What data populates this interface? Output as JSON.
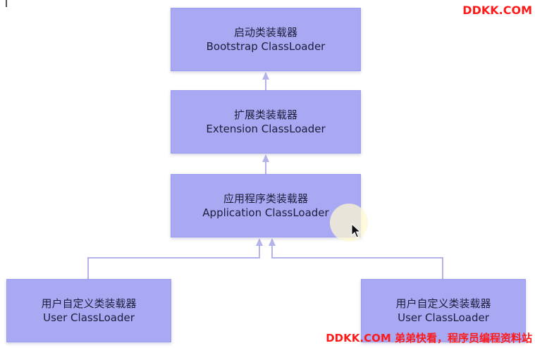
{
  "diagram": {
    "colors": {
      "box_fill": "#a8a8f3",
      "connector": "#b4b4ea",
      "text": "#1e1e3c"
    },
    "nodes": [
      {
        "id": "bootstrap",
        "line1": "启动类装载器",
        "line2": "Bootstrap ClassLoader"
      },
      {
        "id": "extension",
        "line1": "扩展类装载器",
        "line2": "Extension ClassLoader"
      },
      {
        "id": "application",
        "line1": "应用程序类装载器",
        "line2": "Application ClassLoader"
      },
      {
        "id": "user-left",
        "line1": "用户自定义类装载器",
        "line2": "User ClassLoader"
      },
      {
        "id": "user-right",
        "line1": "用户自定义类装载器",
        "line2": "User ClassLoader"
      }
    ],
    "edges": [
      {
        "from": "extension",
        "to": "bootstrap"
      },
      {
        "from": "application",
        "to": "extension"
      },
      {
        "from": "user-left",
        "to": "application"
      },
      {
        "from": "user-right",
        "to": "application"
      }
    ]
  },
  "watermark": {
    "top": "DDKK.COM",
    "bottom": "DDKK.COM 弟弟快看，程序员编程资料站"
  }
}
